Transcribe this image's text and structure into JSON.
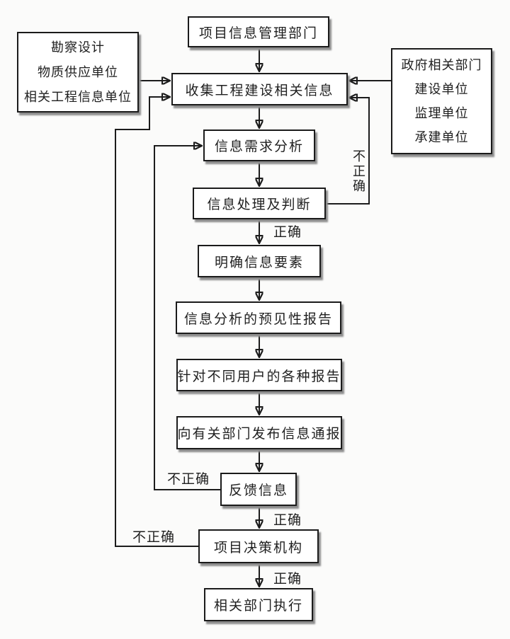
{
  "diagram": {
    "type": "flowchart",
    "background": "#fbfbfa",
    "line_color": "#1c1c1c",
    "box_fill": "#ffffff",
    "box_border_color": "#1b1b1b",
    "shadow_color": "#8d8d8d",
    "nodes": {
      "info_dept": "项目信息管理部门",
      "collect": "收集工程建设相关信息",
      "demand_analysis": "信息需求分析",
      "processing": "信息处理及判断",
      "clarify_elements": "明确信息要素",
      "forecast_report": "信息分析的预见性报告",
      "user_reports": "针对不同用户的各种报告",
      "publish_notice": "向有关部门发布信息通报",
      "feedback": "反馈信息",
      "decision_body": "项目决策机构",
      "execution": "相关部门执行"
    },
    "left_sources": [
      "勘察设计",
      "物质供应单位",
      "相关工程信息单位"
    ],
    "right_sources": [
      "政府相关部门",
      "建设单位",
      "监理单位",
      "承建单位"
    ],
    "labels": {
      "correct_after_processing": "正确",
      "correct_after_feedback": "正确",
      "correct_after_decision": "正确",
      "incorrect_processing": "不正确",
      "incorrect_feedback": "不正确",
      "incorrect_decision": "不正确"
    }
  }
}
